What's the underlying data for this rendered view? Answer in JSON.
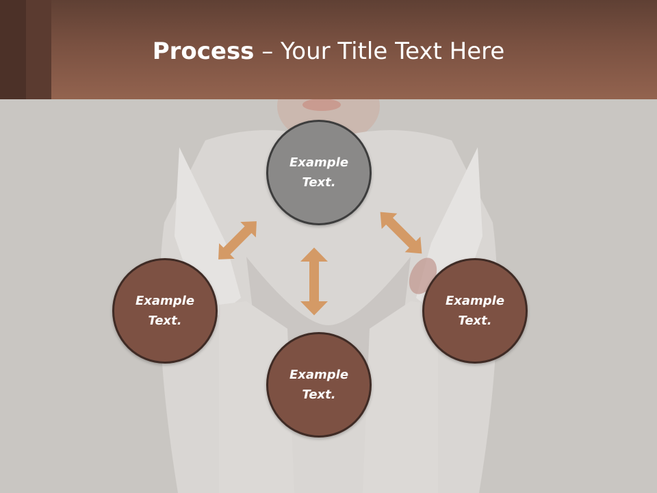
{
  "header": {
    "title_bold": "Process",
    "title_rest": " – Your Title Text Here"
  },
  "nodes": {
    "top": {
      "line1": "Example",
      "line2": "Text."
    },
    "left": {
      "line1": "Example",
      "line2": "Text."
    },
    "right": {
      "line1": "Example",
      "line2": "Text."
    },
    "bottom": {
      "line1": "Example",
      "line2": "Text."
    }
  },
  "colors": {
    "header_dark": "#5f4034",
    "header_light": "#93634f",
    "node_brown": "#7d5143",
    "node_grey": "#8a8988",
    "node_border": "#3f2b25",
    "arrow": "#d49a66",
    "background": "#c9c6c2"
  }
}
